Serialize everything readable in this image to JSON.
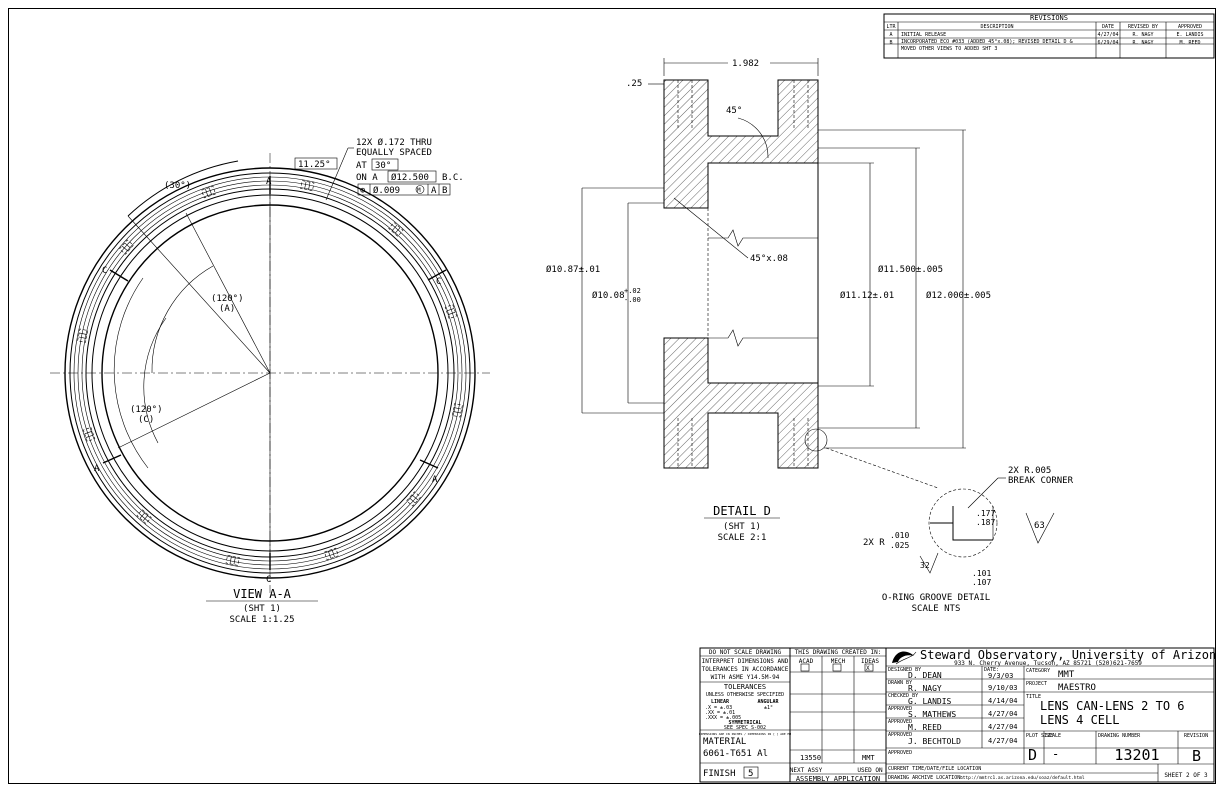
{
  "revisions": {
    "title": "REVISIONS",
    "headers": [
      "LTR",
      "DESCRIPTION",
      "DATE",
      "REVISED BY",
      "APPROVED"
    ],
    "rows": [
      {
        "ltr": "A",
        "description": "INITIAL RELEASE",
        "date": "4/27/04",
        "revised_by": "R. NAGY",
        "approved": "E. LANDIS"
      },
      {
        "ltr": "B",
        "description": "INCORPORATED ECO #033 (ADDED 45°x.08); REVISED DETAIL D &",
        "description2": "MOVED OTHER VIEWS TO ADDED SHT 3",
        "date": "6/29/04",
        "revised_by": "R. NAGY",
        "approved": "M. REED"
      }
    ]
  },
  "view_aa": {
    "hole_note": [
      "12X Ø.172 THRU",
      "EQUALLY SPACED"
    ],
    "at_label": "AT",
    "at_value": "30°",
    "on_label": "ON A",
    "bc_value": "Ø12.500",
    "bc_suffix": "B.C.",
    "fcf_symbol": "⊕",
    "fcf_tol": "Ø.009",
    "fcf_mod": "M",
    "fcf_datum_a": "A",
    "fcf_datum_b": "B",
    "offset_angle": "11.25°",
    "spacing_angle": "(30°)",
    "angle_a": [
      "(120°)",
      "(A)"
    ],
    "angle_c": [
      "(120°)",
      "(C)"
    ],
    "marker_a": "A",
    "marker_c": "C",
    "title": "VIEW A-A",
    "sheet_ref": "(SHT 1)",
    "scale": "SCALE 1:1.25"
  },
  "detail_d": {
    "dim_width": "1.982",
    "dim_flange": ".25",
    "dim_angle": "45°",
    "chamfer": "45°x.08",
    "dia_1087": "Ø10.87±.01",
    "dia_1008_base": "Ø10.08",
    "dia_1008_plus": "+.02",
    "dia_1008_minus": "-.00",
    "dia_1112": "Ø11.12±.01",
    "dia_11500": "Ø11.500±.005",
    "dia_12000": "Ø12.000±.005",
    "title": "DETAIL D",
    "sheet_ref": "(SHT 1)",
    "scale": "SCALE 2:1"
  },
  "oring": {
    "break_note": [
      "2X R.005",
      "BREAK CORNER"
    ],
    "r_label": "2X R",
    "r_top": ".010",
    "r_bot": ".025",
    "depth_top": ".177",
    "depth_bot": ".187",
    "width_top": ".101",
    "width_bot": ".107",
    "finish_63": "63",
    "finish_32": "32",
    "title": "O-RING GROOVE DETAIL",
    "scale": "SCALE NTS"
  },
  "notes_block": {
    "do_not_scale": "DO NOT SCALE DRAWING",
    "interpret": [
      "INTERPRET DIMENSIONS AND",
      "TOLERANCES IN ACCORDANCE",
      "WITH ASME Y14.5M-94"
    ],
    "tolerances": "TOLERANCES",
    "unless": "UNLESS OTHERWISE SPECIFIED",
    "linear": "LINEAR",
    "angular": "ANGULAR",
    "tol_x": ".X   = ±.03",
    "tol_xx": ".XX  = ±.01",
    "tol_xxx": ".XXX = ±.005",
    "tol_ang": "±1°",
    "symmetrical": "SYMMETRICAL",
    "see_spec": "SEE SPEC S-002",
    "fine_print": "DIMENSIONS ARE IN INCHES / DIMENSIONS IN [ ] ARE MM",
    "material_label": "MATERIAL",
    "material": "6061-T651 Al",
    "finish_label": "FINISH",
    "finish_value": "5"
  },
  "created_block": {
    "header": "THIS DRAWING CREATED IN:",
    "cols": [
      "ACAD",
      "MECH",
      "IDEAS"
    ],
    "marks": [
      "",
      "",
      "X"
    ],
    "next_assy_value": "13550",
    "used_on_value": "MMT",
    "next_assy": "NEXT ASSY",
    "used_on": "USED ON",
    "assembly_app": "ASSEMBLY APPLICATION"
  },
  "title_block": {
    "org": "Steward Observatory, University of Arizona",
    "address": "933 N. Cherry Avenue, Tucson, AZ  85721   (520)621-7659",
    "designed_label": "DESIGNED BY",
    "designed": "D. DEAN",
    "date_label": "DATE:",
    "designed_date": "9/3/03",
    "drawn_label": "DRAWN BY",
    "drawn": "R. NAGY",
    "drawn_date": "9/10/03",
    "checked_label": "CHECKED BY",
    "checked": "G. LANDIS",
    "checked_date": "4/14/04",
    "approved_label": "APPROVED",
    "approved1": "S. MATHEWS",
    "approved1_date": "4/27/04",
    "approved2": "M. REED",
    "approved2_date": "4/27/04",
    "approved3": "J. BECHTOLD",
    "approved3_date": "4/27/04",
    "category_label": "CATEGORY",
    "category": "MMT",
    "project_label": "PROJECT",
    "project": "MAESTRO",
    "title_label": "TITLE",
    "title_line1": "LENS CAN-LENS 2 TO 6",
    "title_line2": "LENS 4 CELL",
    "plot_size_label": "PLOT SIZE",
    "plot_size": "D",
    "scale_label": "SCALE",
    "scale": "-",
    "drawing_number_label": "DRAWING NUMBER",
    "drawing_number": "13201",
    "revision_label": "REVISION",
    "revision": "B",
    "current_time_label": "CURRENT TIME/DATE/FILE LOCATION",
    "archive_label": "DRAWING ARCHIVE LOCATION:",
    "archive_url": "http://mmtrc1.as.arizona.edu/soaz/default.html",
    "sheet": "SHEET 2 OF 3"
  },
  "colors": {
    "line": "#000000",
    "paper": "#ffffff"
  }
}
